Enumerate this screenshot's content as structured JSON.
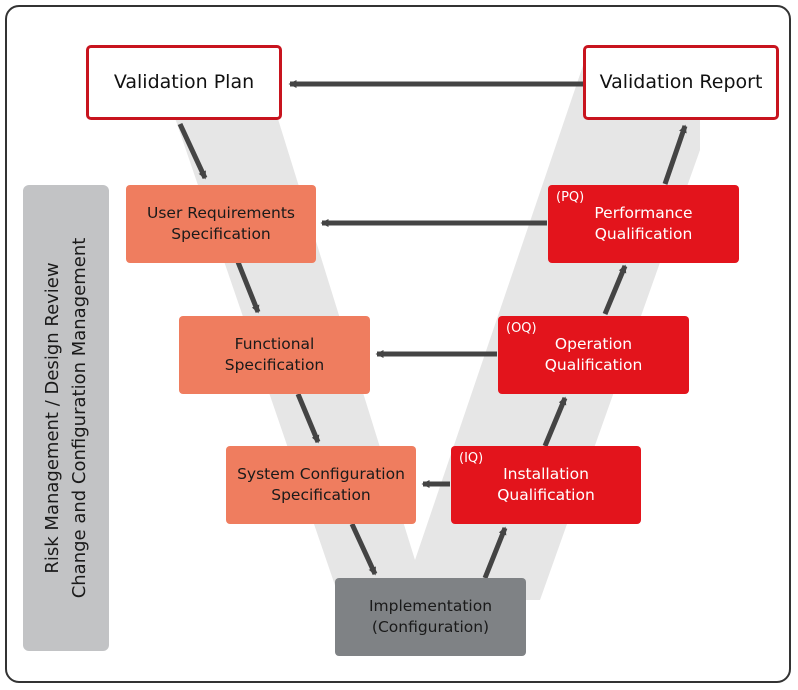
{
  "sidebar": {
    "line1": "Risk Management / Design Review",
    "line2": "Change and Configuration Management"
  },
  "left_side": {
    "validation_plan": "Validation Plan",
    "user_requirements": [
      "User Requirements",
      "Specification"
    ],
    "functional": [
      "Functional",
      "Specification"
    ],
    "system_configuration": [
      "System Configuration",
      "Specification"
    ]
  },
  "bottom": {
    "implementation": [
      "Implementation",
      "(Configuration)"
    ]
  },
  "right_side": {
    "validation_report": "Validation Report",
    "performance": {
      "abbr": "(PQ)",
      "lines": [
        "Performance",
        "Qualification"
      ]
    },
    "operation": {
      "abbr": "(OQ)",
      "lines": [
        "Operation",
        "Qualification"
      ]
    },
    "installation": {
      "abbr": "(IQ)",
      "lines": [
        "Installation",
        "Qualification"
      ]
    }
  },
  "colors": {
    "spec_box": "#ef7d5f",
    "qualification_box": "#e3141c",
    "plan_border": "#c8141e",
    "implementation_box": "#7f8285",
    "v_shape": "#e6e6e6",
    "arrow": "#444444",
    "sidebar": "#c2c3c5"
  }
}
